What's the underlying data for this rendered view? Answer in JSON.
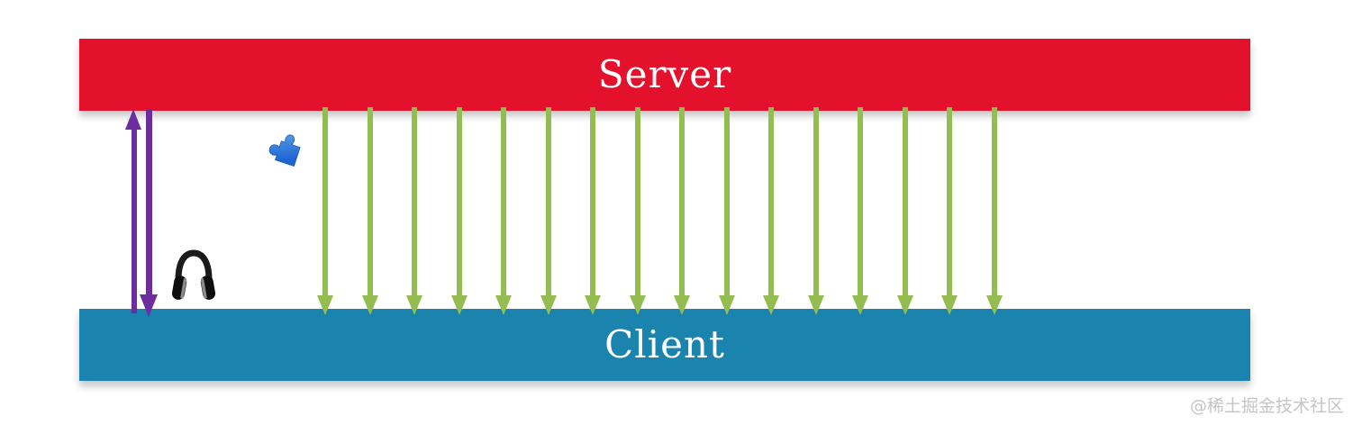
{
  "diagram": {
    "server_bar": {
      "label": "Server",
      "color": "#e3112c",
      "text_color": "#ffffff"
    },
    "client_bar": {
      "label": "Client",
      "color": "#1a83ae",
      "text_color": "#ffffff"
    },
    "bidirectional_arrows": {
      "color": "#6c2d9e",
      "up_direction": "client-to-server",
      "down_direction": "server-to-client"
    },
    "push_arrows": {
      "direction": "down",
      "count": 16,
      "color": "#93bd51"
    },
    "icons": [
      {
        "name": "puzzle-piece-icon",
        "glyph": "🧩",
        "primary_color": "#2f7ede"
      },
      {
        "name": "headphones-icon",
        "glyph": "🎧",
        "primary_color": "#161616"
      }
    ]
  },
  "watermark": {
    "text": "@稀土掘金技术社区",
    "color": "#c6c5c3"
  }
}
